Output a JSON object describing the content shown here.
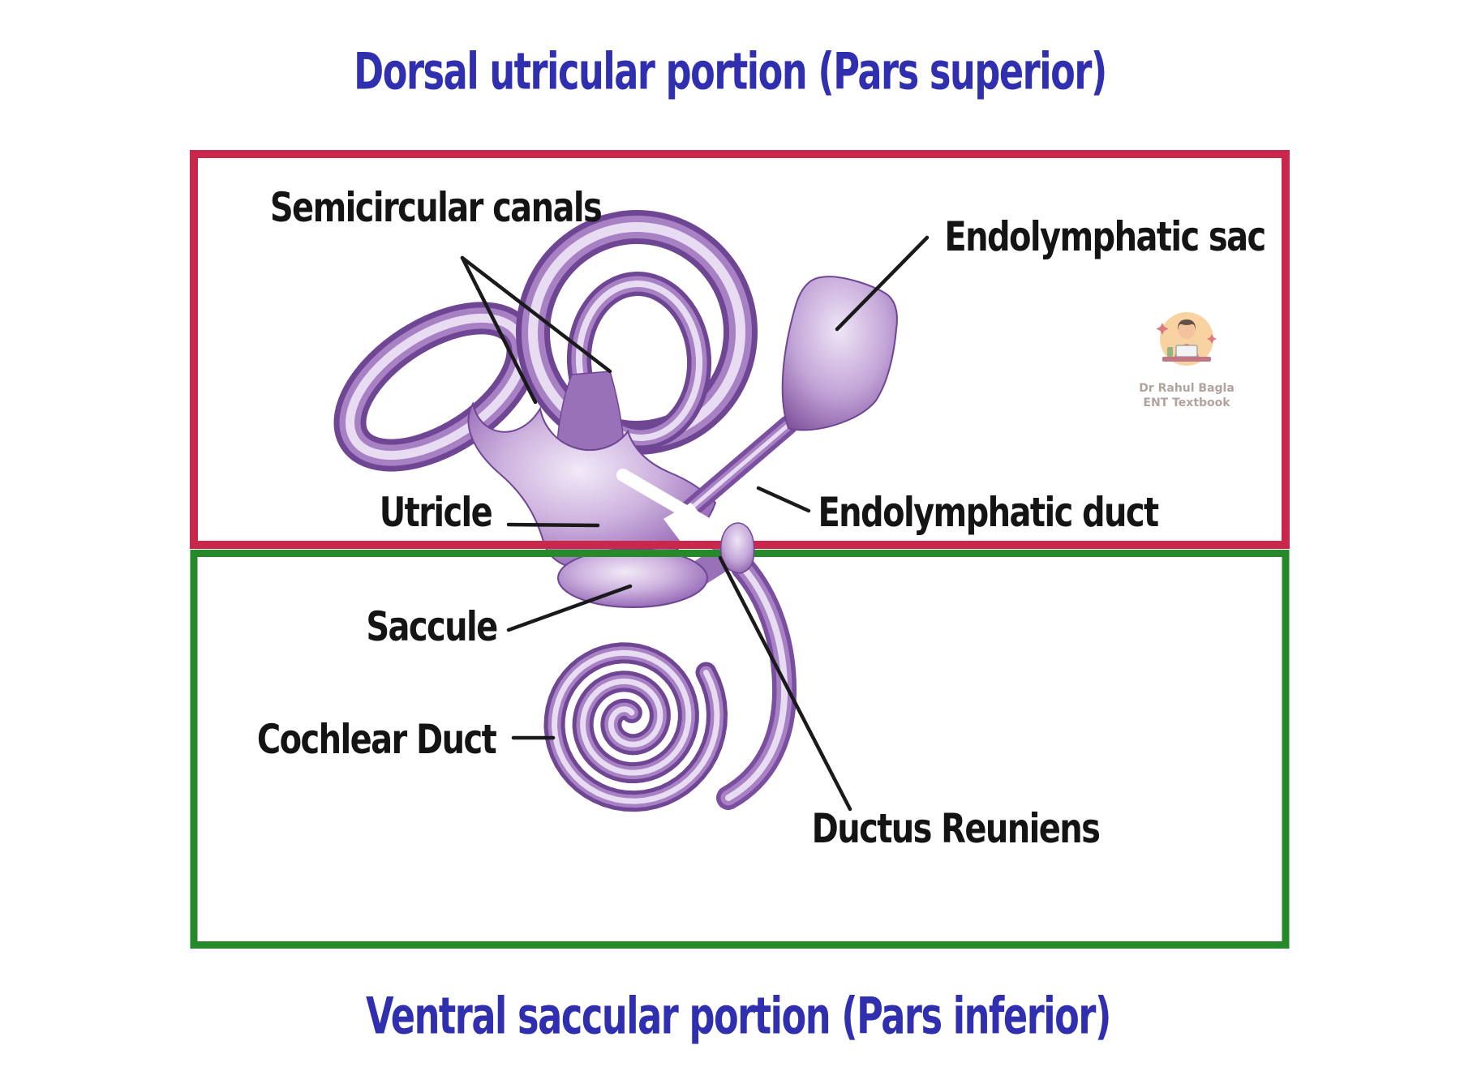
{
  "titles": {
    "top": "Dorsal utricular portion (Pars superior)",
    "bottom": "Ventral saccular portion (Pars inferior)"
  },
  "labels": {
    "semicircular_canals": "Semicircular canals",
    "endolymphatic_sac": "Endolymphatic sac",
    "utricle": "Utricle",
    "endolymphatic_duct": "Endolymphatic duct",
    "saccule": "Saccule",
    "cochlear_duct": "Cochlear Duct",
    "ductus_reuniens": "Ductus Reuniens"
  },
  "watermark": {
    "line1": "Dr Rahul Bagla",
    "line2": "ENT Textbook"
  },
  "colors": {
    "title_blue": "#2f2fb0",
    "box_red": "#c9284c",
    "box_green": "#268a2b",
    "label_black": "#141414",
    "anatomy_purple_dark": "#6f4694",
    "anatomy_purple_mid": "#9a6fba",
    "anatomy_highlight": "#e8dcf3"
  }
}
